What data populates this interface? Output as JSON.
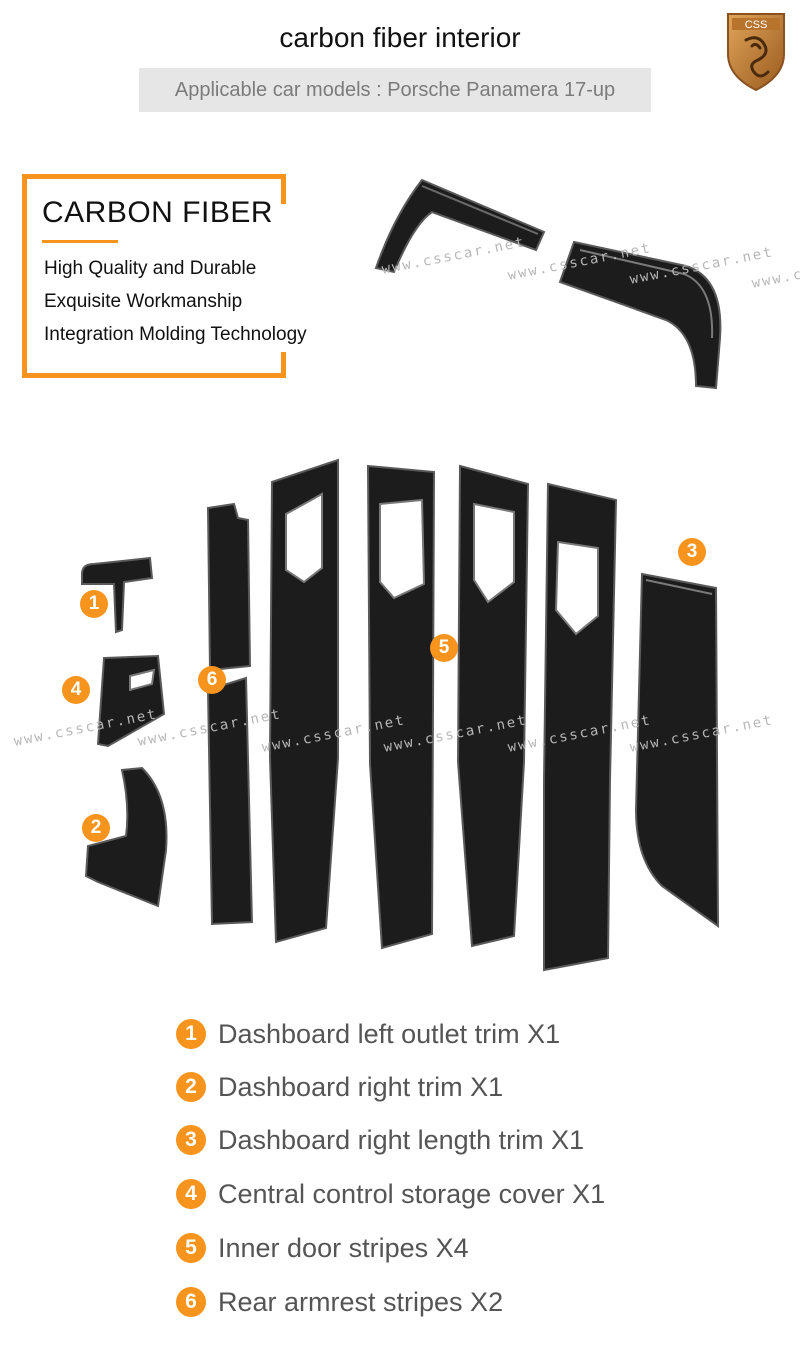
{
  "header": {
    "title": "carbon fiber interior",
    "subtitle": "Applicable car models : Porsche Panamera 17-up"
  },
  "logo": {
    "text": "CSS",
    "icon": "dragon-shield-icon",
    "color": "#c98a3a"
  },
  "features": {
    "heading": "CARBON FIBER",
    "items": [
      "High Quality and Durable",
      "Exquisite Workmanship",
      "Integration Molding Technology"
    ]
  },
  "watermark": "www.csscar.net",
  "badges": [
    "1",
    "2",
    "3",
    "4",
    "5",
    "6"
  ],
  "legend": [
    {
      "num": "1",
      "text": "Dashboard left outlet trim X1"
    },
    {
      "num": "2",
      "text": "Dashboard right trim X1"
    },
    {
      "num": "3",
      "text": "Dashboard right length trim X1"
    },
    {
      "num": "4",
      "text": "Central control storage cover X1"
    },
    {
      "num": "5",
      "text": "Inner door stripes X4"
    },
    {
      "num": "6",
      "text": "Rear armrest stripes X2"
    }
  ],
  "colors": {
    "accent": "#f7941d",
    "carbon": "#1c1c1c",
    "subtitle_bg": "#e6e6e6"
  }
}
